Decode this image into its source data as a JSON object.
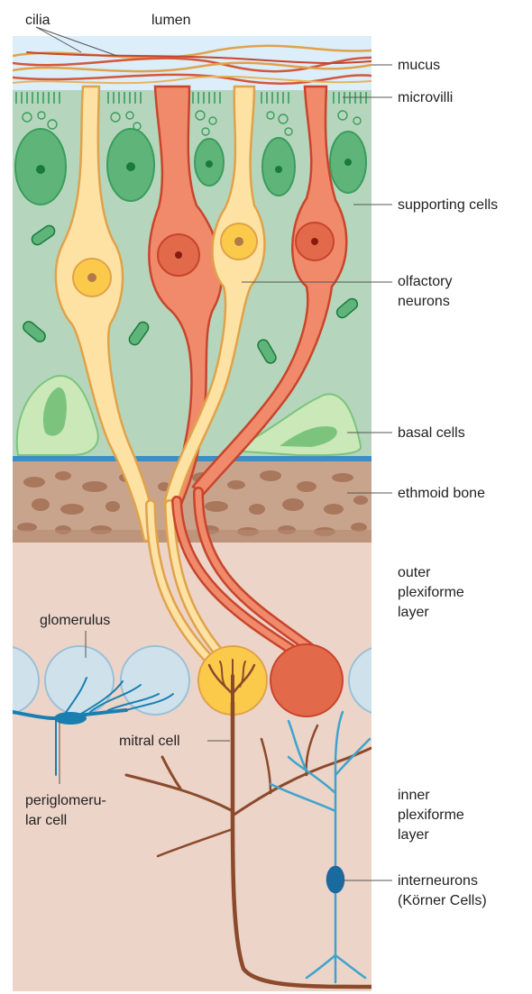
{
  "labels": {
    "cilia": "cilia",
    "lumen": "lumen",
    "mucus": "mucus",
    "microvilli": "microvilli",
    "supporting_cells": "supporting cells",
    "olfactory_neurons": "olfactory\nneurons",
    "basal_cells": "basal cells",
    "ethmoid_bone": "ethmoid bone",
    "outer_plexiforme_layer": "outer\nplexiforme\nlayer",
    "glomerulus": "glomerulus",
    "mitral_cell": "mitral cell",
    "periglomerular_cell": "periglomeru-\nlar cell",
    "inner_plexiforme_layer": "inner\nplexiforme\nlayer",
    "interneurons": "interneurons\n(Körner Cells)"
  },
  "colors": {
    "epithelium": "#b5d6bc",
    "mucus": "#dbeefa",
    "bone_band": "#c9a48c",
    "bone_speckle": "#a8775c",
    "bulb": "#ecd4c8",
    "supporting_cell": "#5fb47a",
    "supporting_nucleus": "#1a7a3b",
    "yellow_neuron": "#fde2a4",
    "yellow_neuron_outline": "#e0a24a",
    "red_neuron": "#f08a6a",
    "red_neuron_outline": "#c8452c",
    "glomerulus": "#cfe2ec",
    "glomerulus_outline": "#9bc0d8",
    "mitral_cell": "#8b4a2b",
    "interneuron": "#3fa4cc",
    "periglomerular_cell": "#1a7fb0",
    "basal_cell": "#cbe8b8"
  }
}
